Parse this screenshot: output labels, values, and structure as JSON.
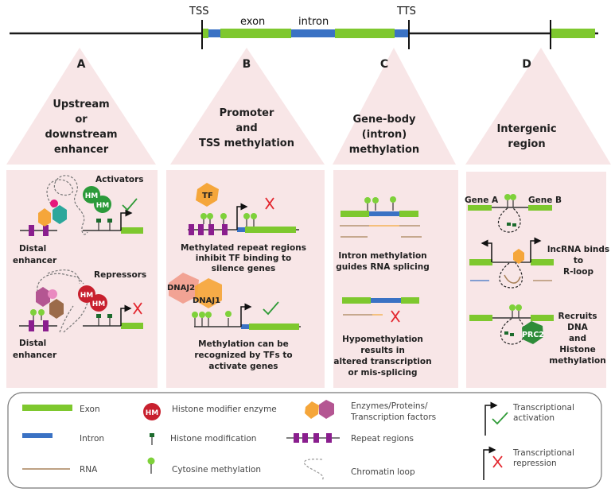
{
  "colors": {
    "exon": "#7ec82e",
    "intron": "#3a72c4",
    "rna": "#a9825a",
    "rna_alt": "#f3a83b",
    "panel_bg": "#f8e6e7",
    "hm": "#c8202e",
    "hm_active": "#2b9a3a",
    "histone_mod": "#1c6b2d",
    "methyl": "#7ed13a",
    "repeat": "#8a1e8e",
    "enzyme_orange": "#f5a63a",
    "enzyme_purple": "#b45692",
    "enzyme_brown": "#9b6b4a",
    "enzyme_teal": "#2ca79b",
    "enzyme_pink": "#e6177c",
    "dnaj2": "#f2a394",
    "prc2": "#2e8c39",
    "check": "#2e9a36",
    "cross": "#e3262e",
    "legend_border": "#777777"
  },
  "gene_track": {
    "tss_label": "TSS",
    "tts_label": "TTS",
    "exon_label": "exon",
    "intron_label": "intron"
  },
  "panels": [
    {
      "id": "A",
      "letter": "A",
      "title_lines": [
        "Upstream",
        "or",
        "downstream",
        "enhancer"
      ],
      "activators_label": "Activators",
      "repressors_label": "Repressors",
      "hm_label": "HM",
      "distal_enhancer_lines": [
        "Distal",
        "enhancer"
      ],
      "activation_state": "activated",
      "repression_state": "repressed"
    },
    {
      "id": "B",
      "letter": "B",
      "title_lines": [
        "Promoter",
        "and",
        "TSS methylation"
      ],
      "tf_label": "TF",
      "text1_lines": [
        "Methylated repeat regions",
        "inhibit TF binding to",
        "silence genes"
      ],
      "dnaj2_label": "DNAJ2",
      "dnaj1_label": "DNAJ1",
      "text2_lines": [
        "Methylation can be",
        "recognized by TFs to",
        "activate genes"
      ]
    },
    {
      "id": "C",
      "letter": "C",
      "title_lines": [
        "Gene-body",
        "(intron)",
        "methylation"
      ],
      "text1_lines": [
        "Intron methylation",
        "guides RNA splicing"
      ],
      "text2_lines": [
        "Hypomethylation",
        "results in",
        "altered transcription",
        "or mis-splicing"
      ]
    },
    {
      "id": "D",
      "letter": "D",
      "title_lines": [
        "Intergenic",
        "region"
      ],
      "gene_a_label": "Gene A",
      "gene_b_label": "Gene B",
      "text1_lines": [
        "lncRNA binds",
        "to",
        "R-loop"
      ],
      "prc2_label": "PRC2",
      "text2_lines": [
        "Recruits",
        "DNA",
        "and",
        "Histone",
        "methylation"
      ]
    }
  ],
  "legend": {
    "items": [
      {
        "icon": "exon-bar-icon",
        "label": "Exon"
      },
      {
        "icon": "intron-bar-icon",
        "label": "Intron"
      },
      {
        "icon": "rna-line-icon",
        "label": "RNA"
      },
      {
        "icon": "histone-modifier-icon",
        "label": "Histone modifier enzyme",
        "badge": "HM"
      },
      {
        "icon": "histone-modification-icon",
        "label": "Histone modification"
      },
      {
        "icon": "cytosine-methylation-icon",
        "label": "Cytosine methylation"
      },
      {
        "icon": "enzymes-icon",
        "label_lines": [
          "Enzymes/Proteins/",
          "Transcription factors"
        ]
      },
      {
        "icon": "repeat-regions-icon",
        "label": "Repeat regions"
      },
      {
        "icon": "chromatin-loop-icon",
        "label": "Chromatin loop"
      },
      {
        "icon": "transcriptional-activation-icon",
        "label_lines": [
          "Transcriptional",
          "activation"
        ]
      },
      {
        "icon": "transcriptional-repression-icon",
        "label_lines": [
          "Transcriptional",
          "repression"
        ]
      }
    ]
  }
}
